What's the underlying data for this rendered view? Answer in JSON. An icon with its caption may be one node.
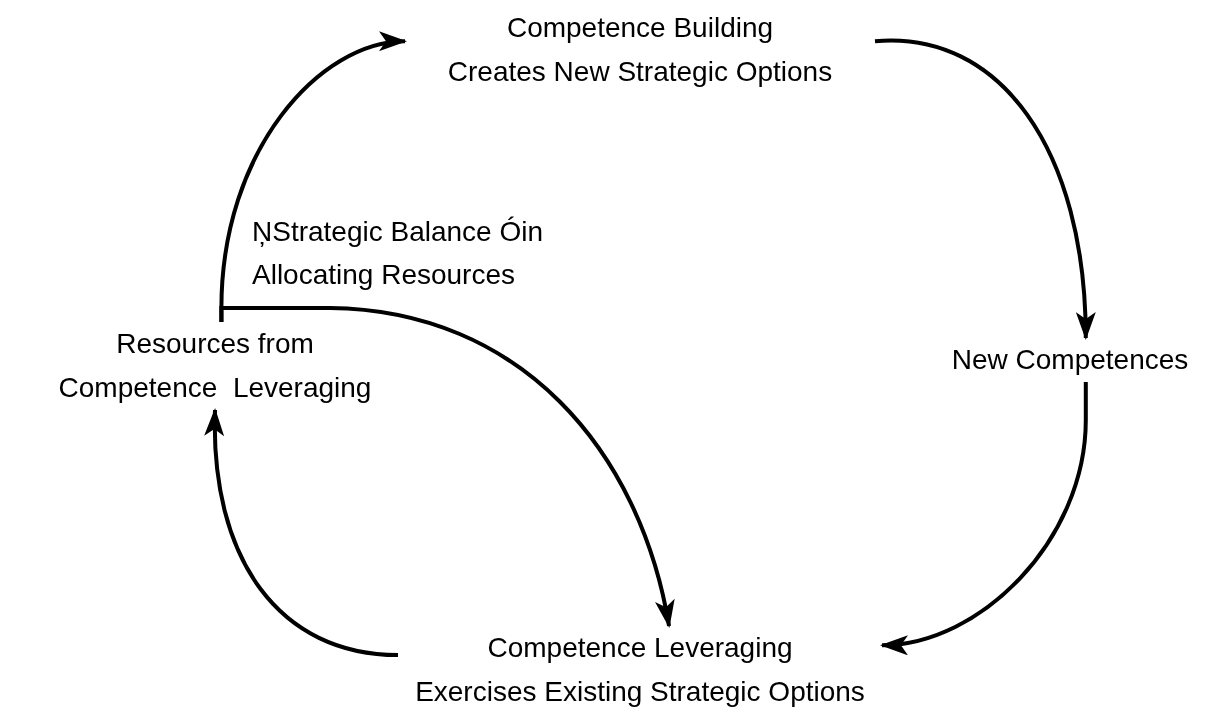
{
  "diagram": {
    "nodes": [
      {
        "text": [
          "Competence Building",
          "Creates New Strategic Options"
        ]
      },
      {
        "text": [
          "New Competences"
        ]
      },
      {
        "text": [
          "Competence Leveraging",
          "Exercises Existing Strategic Options"
        ]
      },
      {
        "text": [
          "Resources from Competence  Leveraging"
        ]
      }
    ],
    "edges": [
      {
        "from": 0,
        "to": 1,
        "arrow": "to"
      },
      {
        "from": 1,
        "to": 2,
        "arrow": "to"
      },
      {
        "from": 2,
        "to": 3,
        "arrow": "to"
      },
      {
        "from": 3,
        "to": 0,
        "arrow": "to"
      },
      {
        "from": 3,
        "to": 2,
        "arrow": "to"
      }
    ],
    "labels": [
      "ŅStrategic Balance Óin Allocating Resources"
    ]
  }
}
